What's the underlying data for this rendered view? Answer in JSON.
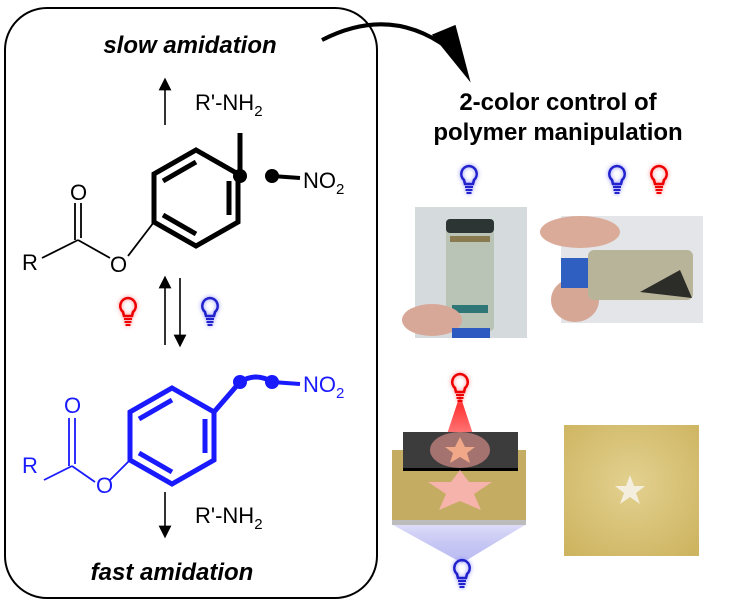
{
  "left_panel": {
    "top_label": "slow amidation",
    "bottom_label": "fast amidation",
    "reagent_top": "R'-NH",
    "reagent_top_sub": "2",
    "reagent_bottom": "R'-NH",
    "reagent_bottom_sub": "2",
    "mol1": {
      "r": "R",
      "o_ester": "O",
      "o_carbonyl": "O",
      "no2": "NO",
      "no2_sub": "2"
    },
    "mol2": {
      "r": "R",
      "o_ester": "O",
      "o_carbonyl": "O",
      "no2": "NO",
      "no2_sub": "2"
    }
  },
  "right_panel": {
    "title_line1": "2-color control of",
    "title_line2": "polymer manipulation"
  },
  "colors": {
    "blue": "#1a1aff",
    "red": "#ff1a1a",
    "black": "#000000"
  }
}
